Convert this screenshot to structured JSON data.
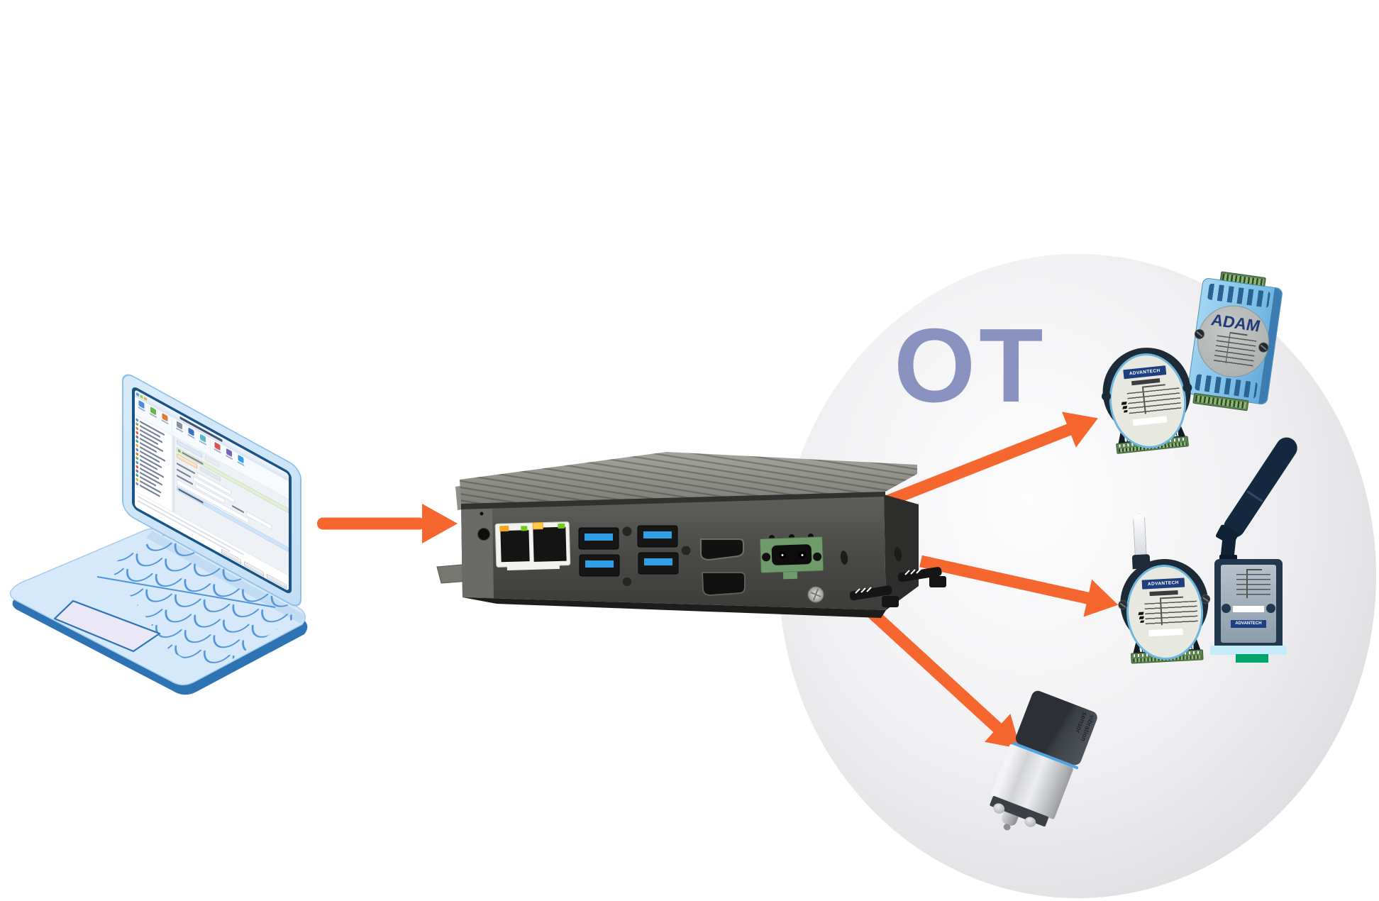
{
  "ot_zone": {
    "label": "OT",
    "label_color": "#8A93BF",
    "circle_fill": "#E3E3E6"
  },
  "accent_colors": {
    "arrow_orange": "#F6672F",
    "laptop_edge_blue": "#2E74B4",
    "laptop_fill": "#D5E9FA",
    "adam_body_blue": "#7FC0E7",
    "terminal_green": "#5D8356",
    "usb_blue": "#2F9FE8",
    "led_orange": "#F6A41D",
    "led_green": "#74C91E",
    "cyan_strip": "#C4ECFA",
    "tab_green": "#00A56E",
    "module_ring_navy": "#1D2A37",
    "brand_label_navy": "#1E3F7E"
  },
  "nodes": {
    "laptop": {
      "name": "configuration-laptop",
      "screen": "windows-configuration-utility"
    },
    "edge_gateway": {
      "name": "edge-gateway-box",
      "ports": [
        "line-out-jack",
        "lan-port-1",
        "lan-port-2",
        "usb-port-1",
        "usb-port-2",
        "usb-port-3",
        "usb-port-4",
        "hdmi-port",
        "displayport",
        "power-terminal-block"
      ]
    },
    "io_module": {
      "brand": "ADVANTECH",
      "type": "remote-io-module"
    },
    "adam_module": {
      "label": "ADAM",
      "type": "adam-io-module"
    },
    "wireless_io_module": {
      "brand": "ADVANTECH",
      "type": "wireless-io-module-with-antenna"
    },
    "wireless_gateway": {
      "brand": "ADVANTECH",
      "type": "wireless-sensor-node-with-antenna"
    },
    "vibration_sensor": {
      "label": "vibration sensor",
      "type": "camera-style-sensor"
    }
  },
  "arrows": [
    {
      "from": "laptop",
      "to": "edge-gateway"
    },
    {
      "from": "edge-gateway",
      "to": "io-module"
    },
    {
      "from": "edge-gateway",
      "to": "wireless-io-module"
    },
    {
      "from": "edge-gateway",
      "to": "vibration-sensor"
    }
  ]
}
